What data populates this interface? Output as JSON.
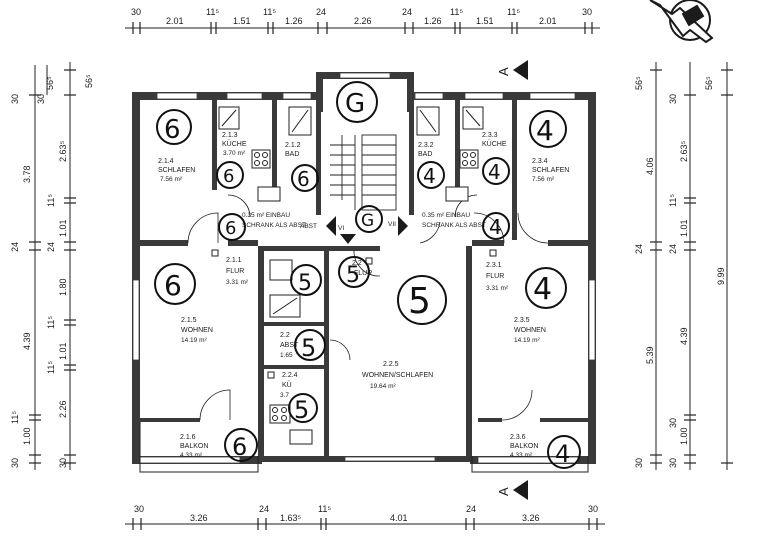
{
  "dimensions": {
    "top": [
      "30",
      "2.01",
      "11⁵",
      "1.51",
      "11⁵",
      "1.26",
      "24",
      "2.26",
      "24",
      "1.26",
      "11⁵",
      "1.51",
      "11⁵",
      "2.01",
      "30"
    ],
    "bottom": [
      "30",
      "3.26",
      "24",
      "1.63⁵",
      "11⁵",
      "4.01",
      "24",
      "3.26",
      "30"
    ],
    "left_outer": [
      "30",
      "3.78",
      "24",
      "4.39",
      "11⁵",
      "1.00",
      "30"
    ],
    "left_mid": [
      "30",
      "56⁵"
    ],
    "left_inner": [
      "56⁵",
      "2.63⁵",
      "11⁵",
      "1.01",
      "24",
      "1.80",
      "11⁵",
      "1.01",
      "11⁵",
      "2.26",
      "30"
    ],
    "right_outer": [
      "56⁵",
      "4.06",
      "24",
      "5.39",
      "30"
    ],
    "right_inner": [
      "30",
      "2.63⁵",
      "11⁵",
      "1.01",
      "24",
      "4.39",
      "30",
      "1.00",
      "30"
    ],
    "right_total": [
      "56⁵",
      "9.99"
    ]
  },
  "rooms": {
    "schlafen_left": {
      "num": "2.1.4",
      "name": "SCHLAFEN",
      "area": "7.56 m²"
    },
    "kuche_left": {
      "num": "2.1.3",
      "name": "KÜCHE",
      "area": "3.70 m²"
    },
    "bad_left": {
      "num": "2.1.2",
      "name": "BAD"
    },
    "einbau_left": {
      "line1": "0.35 m² EINBAU",
      "line2": "SCHRANK ALS ABST"
    },
    "flur_left": {
      "num": "2.1.1",
      "name": "FLUR",
      "area": "3.31 m²"
    },
    "wohnen_left": {
      "num": "2.1.5",
      "name": "WOHNEN",
      "area": "14.19 m²"
    },
    "balkon_left": {
      "num": "2.1.6",
      "name": "BALKON",
      "area": "4.33 m²"
    },
    "bad_right": {
      "num": "2.3.2",
      "name": "BAD"
    },
    "kuche_right": {
      "num": "2.3.3",
      "name": "KÜCHE"
    },
    "schlafen_right": {
      "num": "2.3.4",
      "name": "SCHLAFEN",
      "area": "7.56 m²"
    },
    "einbau_right": {
      "line1": "0.35 m² EINBAU",
      "line2": "SCHRANK ALS ABST"
    },
    "flur_right": {
      "num": "2.3.1",
      "name": "FLUR",
      "area": "3.31 m²"
    },
    "wohnen_right": {
      "num": "2.3.5",
      "name": "WOHNEN",
      "area": "14.19 m²"
    },
    "balkon_right": {
      "num": "2.3.6",
      "name": "BALKON",
      "area": "4.33 m²"
    },
    "flur_mid": {
      "num": "2.2",
      "name": "FLUR"
    },
    "abst_mid": {
      "num": "2.2",
      "name": "ABST",
      "area": "1.65"
    },
    "kuche_mid": {
      "num": "2.2.4",
      "name": "KÜ",
      "area": "3.7"
    },
    "wohnschlafen": {
      "num": "2.2.5",
      "name": "WOHNEN/SCHLAFEN",
      "area": "19.64 m²"
    }
  },
  "stair": {
    "label_left": "ABST",
    "label_vi": "VI",
    "label_vii": "VII"
  },
  "section_marker": "A",
  "handwritten": {
    "stair": "G",
    "stair_landing": "G",
    "left_unit": "6",
    "mid_unit": "5",
    "right_unit": "4"
  },
  "colors": {
    "wall": "#3a3a3a",
    "line": "#222222",
    "paper": "#ffffff"
  }
}
